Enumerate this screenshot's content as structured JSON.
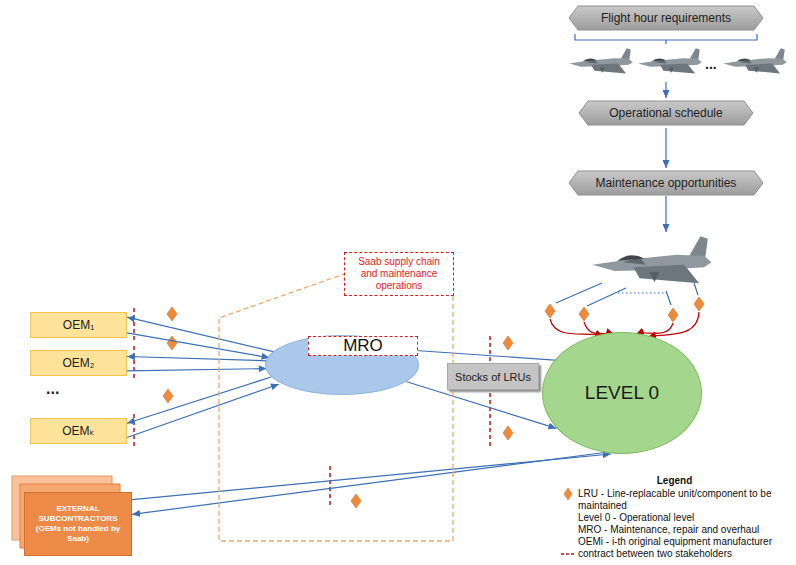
{
  "diagram": {
    "nodes": [
      {
        "text": [
          "Flight hour requirements"
        ]
      },
      {
        "text": [
          "Operational schedule"
        ]
      },
      {
        "text": [
          "Maintenance opportunities"
        ]
      },
      {
        "text": [
          "Saab supply chain and maintenance operations"
        ]
      },
      {
        "text": [
          "MRO"
        ],
        "in": 3
      },
      {
        "text": [
          "LEVEL 0"
        ]
      },
      {
        "text": [
          "OEM₁"
        ]
      },
      {
        "text": [
          "OEM₂"
        ]
      },
      {
        "text": [
          "OEMₖ"
        ]
      },
      {
        "text": [
          "EXTERNAL SUBCONTRACTORS (OEMs not handled by Saab)"
        ]
      },
      {
        "text": [
          "Stocks of LRUs"
        ]
      }
    ],
    "edges": [
      {
        "from": 4,
        "to": 6,
        "arrow": "to"
      },
      {
        "from": 6,
        "to": 4,
        "arrow": "to"
      },
      {
        "from": 4,
        "to": 7,
        "arrow": "to"
      },
      {
        "from": 7,
        "to": 4,
        "arrow": "to"
      },
      {
        "from": 4,
        "to": 8,
        "arrow": "to"
      },
      {
        "from": 8,
        "to": 4,
        "arrow": "to"
      },
      {
        "from": 5,
        "to": 4,
        "arrow": "to"
      },
      {
        "from": 4,
        "to": 5,
        "arrow": "to"
      },
      {
        "from": 9,
        "to": 5,
        "arrow": "to"
      },
      {
        "from": 5,
        "to": 9,
        "arrow": "to"
      }
    ],
    "labels": [
      "...",
      "...",
      "Legend"
    ],
    "legend": [
      {
        "text": "LRU - Line-replacable unit/component to be maintained"
      },
      {
        "text": "Level 0 - Operational level"
      },
      {
        "text": "MRO - Maintenance, repair and overhaul"
      },
      {
        "text": "OEMi - i-th original equipment manufacturer"
      },
      {
        "text": "contract between two stakeholders"
      }
    ]
  }
}
